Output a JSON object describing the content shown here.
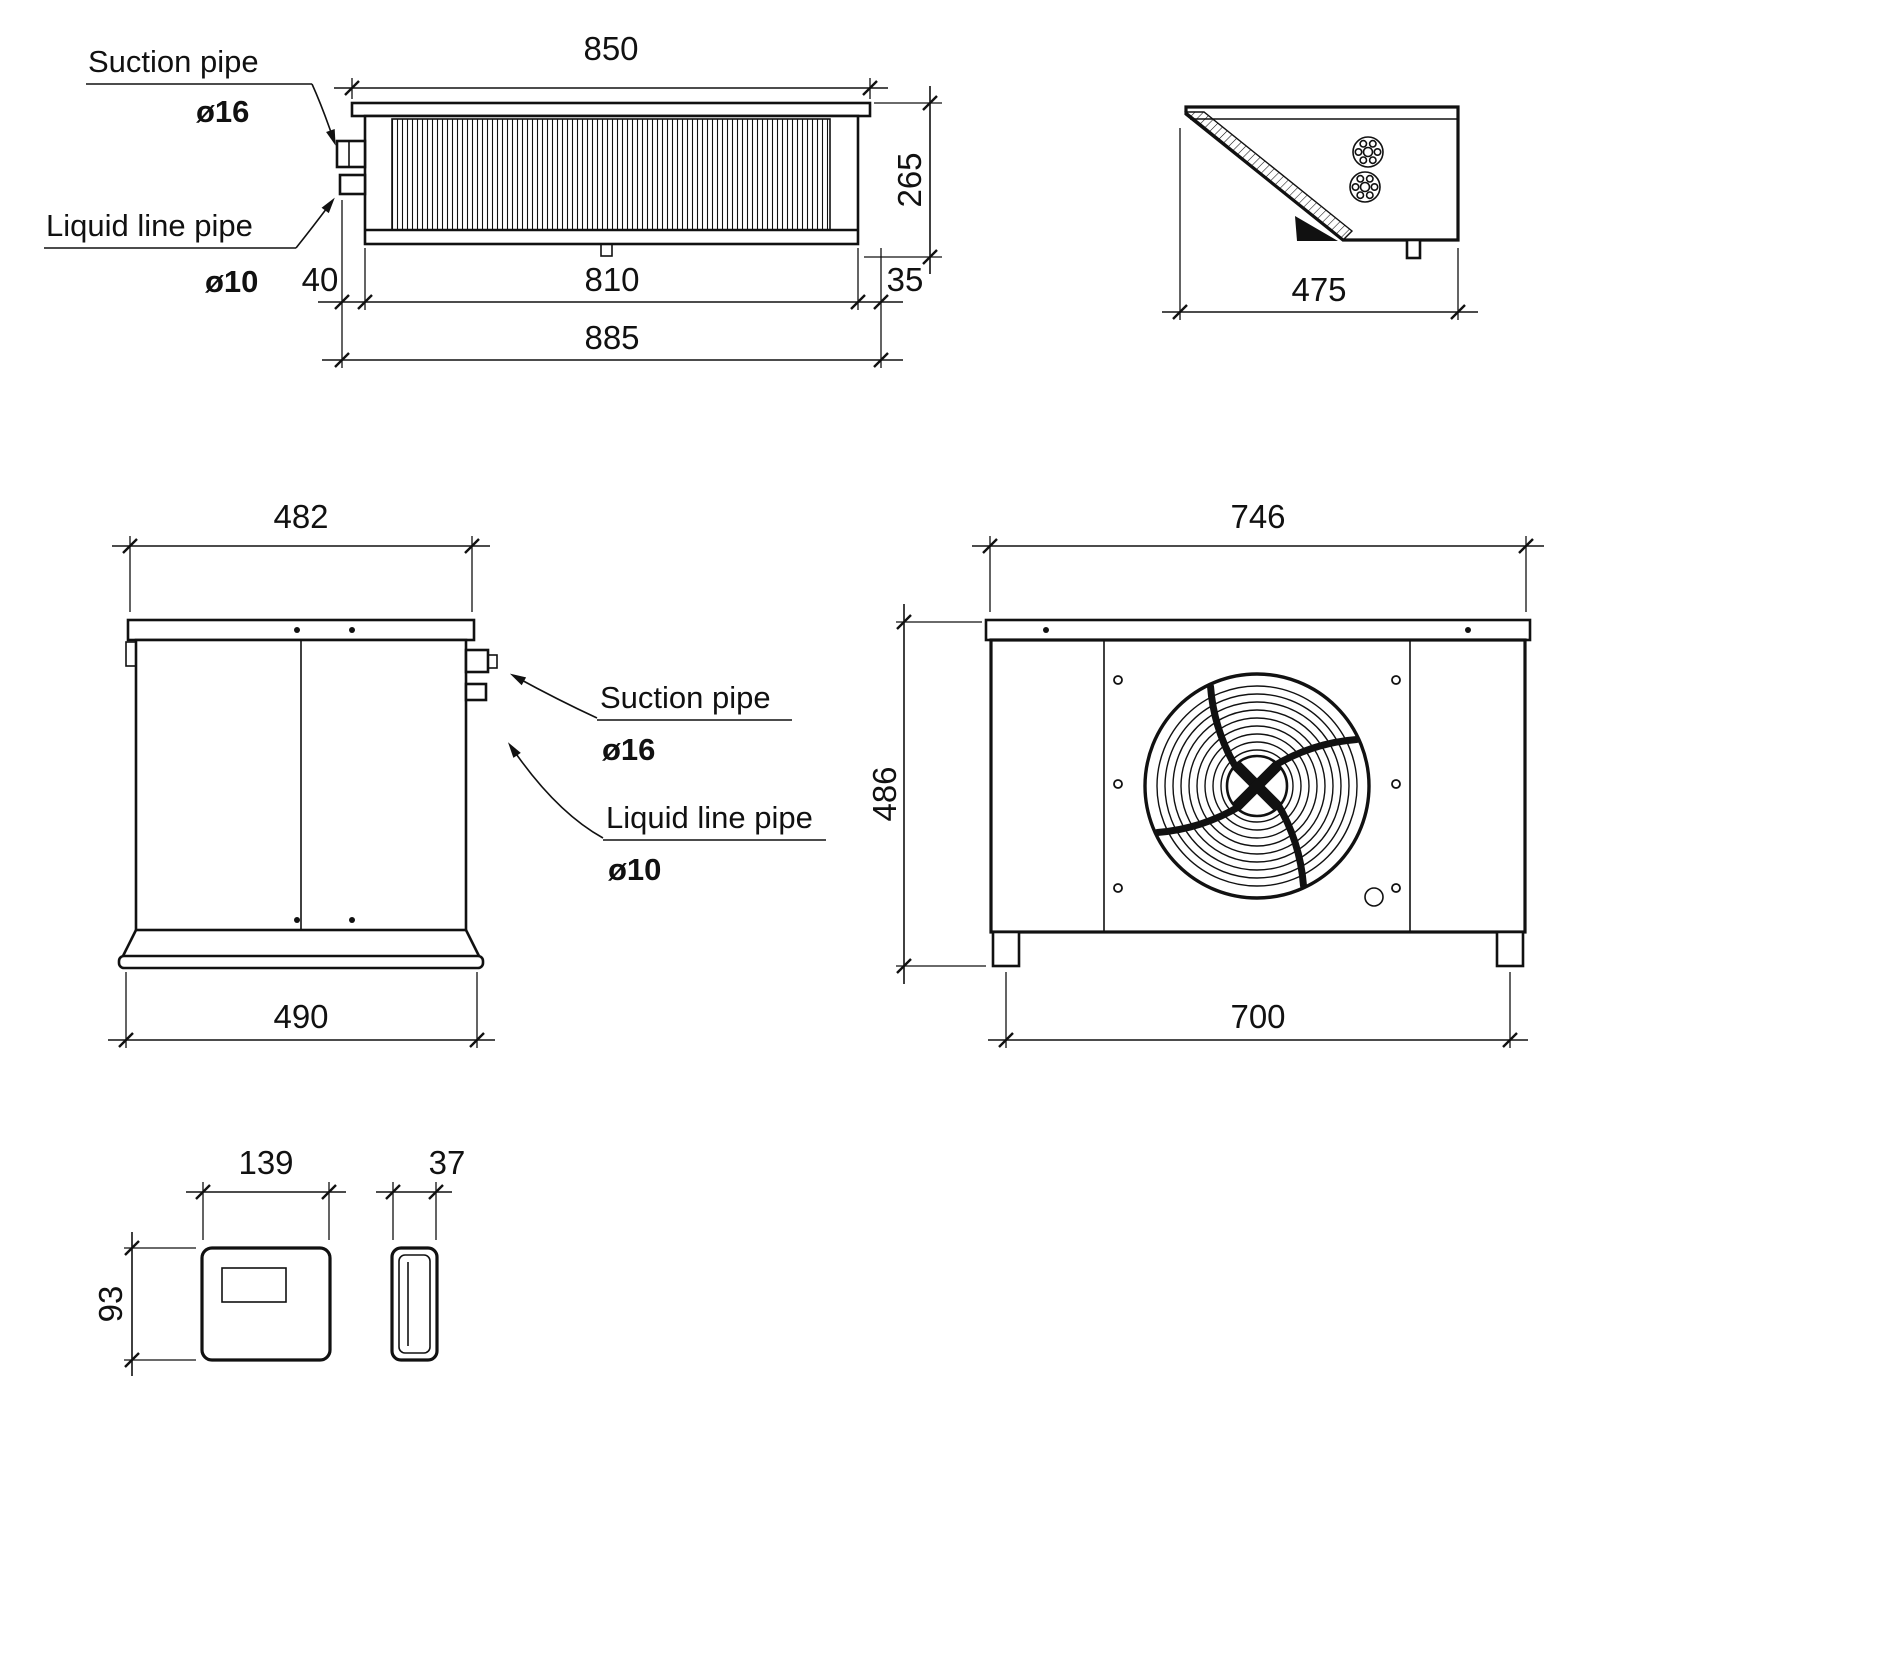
{
  "colors": {
    "ink": "#111111",
    "background": "#ffffff"
  },
  "plan_view": {
    "suction_label": "Suction pipe",
    "suction_dia": "ø16",
    "liquid_label": "Liquid line pipe",
    "liquid_dia": "ø10",
    "dim_top_width": "850",
    "dim_height": "265",
    "dim_left_offset": "40",
    "dim_core_width": "810",
    "dim_right_offset": "35",
    "dim_total_width": "885"
  },
  "corner_view": {
    "dim_depth": "475"
  },
  "side_view": {
    "dim_top_width": "482",
    "dim_bottom_width": "490",
    "suction_label": "Suction pipe",
    "suction_dia": "ø16",
    "liquid_label": "Liquid line pipe",
    "liquid_dia": "ø10"
  },
  "front_view": {
    "dim_top_width": "746",
    "dim_height": "486",
    "dim_bottom_width": "700"
  },
  "controller_view": {
    "dim_front_width": "139",
    "dim_side_width": "37",
    "dim_height": "93"
  }
}
